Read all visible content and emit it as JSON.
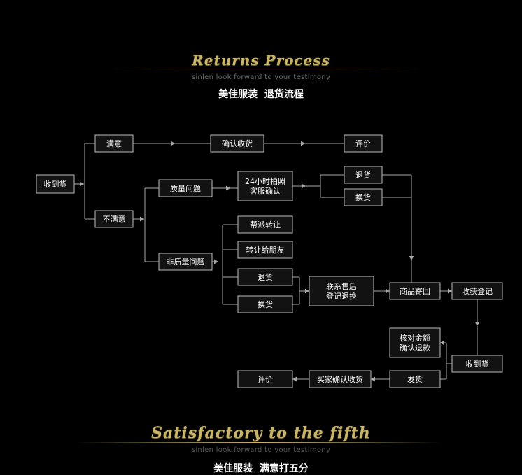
{
  "header": {
    "title_en": "Returns Process",
    "subtitle": "sinlen look forward to your testimony",
    "title_cn_brand": "美佳服装",
    "title_cn_main": "退货流程"
  },
  "footer": {
    "title_en": "Satisfactory to the fifth",
    "subtitle": "sinlen look forward to your testimony",
    "title_cn_brand": "美佳服装",
    "title_cn_main": "满意打五分"
  },
  "diagram": {
    "nodes": [
      {
        "id": "receive",
        "lines": [
          "收到货"
        ]
      },
      {
        "id": "satisfied",
        "lines": [
          "满意"
        ]
      },
      {
        "id": "confirm_receipt",
        "lines": [
          "确认收货"
        ]
      },
      {
        "id": "review1",
        "lines": [
          "评价"
        ]
      },
      {
        "id": "unsatisfied",
        "lines": [
          "不满意"
        ]
      },
      {
        "id": "quality",
        "lines": [
          "质量问题"
        ]
      },
      {
        "id": "photo",
        "lines": [
          "24小时拍照",
          "客服确认"
        ]
      },
      {
        "id": "return1",
        "lines": [
          "退货"
        ]
      },
      {
        "id": "exchange1",
        "lines": [
          "换货"
        ]
      },
      {
        "id": "non_quality",
        "lines": [
          "非质量问题"
        ]
      },
      {
        "id": "help_transfer",
        "lines": [
          "帮派转让"
        ]
      },
      {
        "id": "transfer_friend",
        "lines": [
          "转让给朋友"
        ]
      },
      {
        "id": "return2",
        "lines": [
          "退货"
        ]
      },
      {
        "id": "exchange2",
        "lines": [
          "换货"
        ]
      },
      {
        "id": "contact",
        "lines": [
          "联系售后",
          "登记退换"
        ]
      },
      {
        "id": "send_back",
        "lines": [
          "商品寄回"
        ]
      },
      {
        "id": "receive_register",
        "lines": [
          "收获登记"
        ]
      },
      {
        "id": "check_amount",
        "lines": [
          "核对金额",
          "确认退款"
        ]
      },
      {
        "id": "receive2",
        "lines": [
          "收到货"
        ]
      },
      {
        "id": "ship",
        "lines": [
          "发货"
        ]
      },
      {
        "id": "buyer_confirm",
        "lines": [
          "买家确认收货"
        ]
      },
      {
        "id": "review2",
        "lines": [
          "评价"
        ]
      }
    ]
  }
}
